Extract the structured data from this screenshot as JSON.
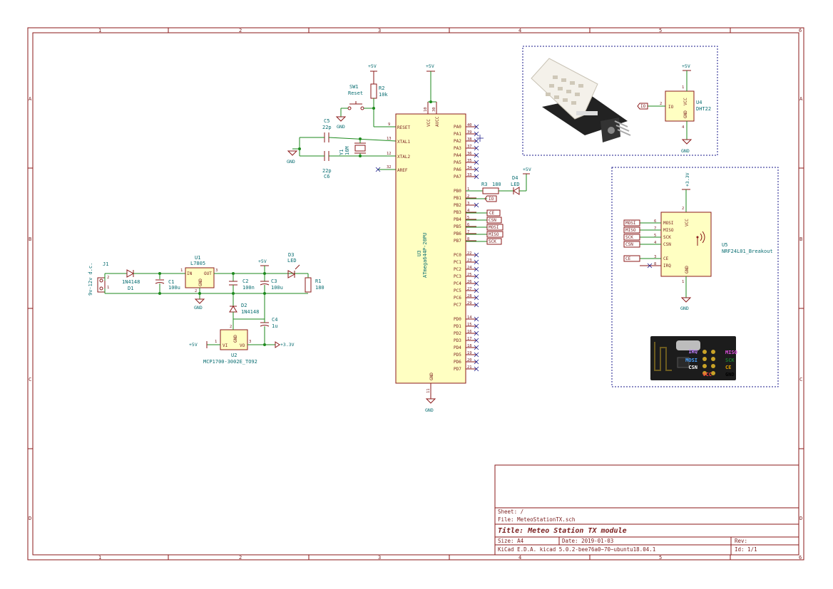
{
  "frame": {
    "columns": [
      "1",
      "2",
      "3",
      "4",
      "5",
      "6"
    ],
    "rows": [
      "A",
      "B",
      "C",
      "D"
    ]
  },
  "power": {
    "vcc5": "+5V",
    "v33": "+3.3V",
    "gnd": "GND"
  },
  "switch": {
    "ref": "SW1",
    "value": "Reset"
  },
  "r2": {
    "ref": "R2",
    "value": "10k"
  },
  "c5": {
    "ref": "C5",
    "value": "22p"
  },
  "c6": {
    "ref": "C6",
    "value": "22p"
  },
  "y1": {
    "ref": "Y1",
    "value": "16M"
  },
  "mcu": {
    "ref": "U3",
    "value": "ATmega644P-20PU",
    "left_pins": [
      {
        "num": "9",
        "name": "RESET"
      },
      {
        "num": "13",
        "name": "XTAL1"
      },
      {
        "num": "12",
        "name": "XTAL2"
      },
      {
        "num": "32",
        "name": "AREF"
      }
    ],
    "top_pins": [
      {
        "num": "10",
        "name": "VCC"
      },
      {
        "num": "30",
        "name": "AVCC"
      }
    ],
    "bottom_pin": {
      "num": "11",
      "name": "GND"
    },
    "porta": [
      {
        "name": "PA0",
        "num": "40"
      },
      {
        "name": "PA1",
        "num": "39"
      },
      {
        "name": "PA2",
        "num": "38"
      },
      {
        "name": "PA3",
        "num": "37"
      },
      {
        "name": "PA4",
        "num": "36"
      },
      {
        "name": "PA5",
        "num": "35"
      },
      {
        "name": "PA6",
        "num": "34"
      },
      {
        "name": "PA7",
        "num": "33"
      }
    ],
    "portb": [
      {
        "name": "PB0",
        "num": "1"
      },
      {
        "name": "PB1",
        "num": "2"
      },
      {
        "name": "PB2",
        "num": "3"
      },
      {
        "name": "PB3",
        "num": "4"
      },
      {
        "name": "PB4",
        "num": "5"
      },
      {
        "name": "PB5",
        "num": "6"
      },
      {
        "name": "PB6",
        "num": "7"
      },
      {
        "name": "PB7",
        "num": "8"
      }
    ],
    "portc": [
      {
        "name": "PC0",
        "num": "22"
      },
      {
        "name": "PC1",
        "num": "23"
      },
      {
        "name": "PC2",
        "num": "24"
      },
      {
        "name": "PC3",
        "num": "25"
      },
      {
        "name": "PC4",
        "num": "26"
      },
      {
        "name": "PC5",
        "num": "27"
      },
      {
        "name": "PC6",
        "num": "28"
      },
      {
        "name": "PC7",
        "num": "29"
      }
    ],
    "portd": [
      {
        "name": "PD0",
        "num": "14"
      },
      {
        "name": "PD1",
        "num": "15"
      },
      {
        "name": "PD2",
        "num": "16"
      },
      {
        "name": "PD3",
        "num": "17"
      },
      {
        "name": "PD4",
        "num": "18"
      },
      {
        "name": "PD5",
        "num": "19"
      },
      {
        "name": "PD6",
        "num": "20"
      },
      {
        "name": "PD7",
        "num": "21"
      }
    ]
  },
  "netlabels": {
    "io": "IO",
    "ce": "CE",
    "csn": "CSN",
    "mosi": "MOSI",
    "miso": "MISO",
    "sck": "SCK"
  },
  "r3": {
    "ref": "R3",
    "value": "180"
  },
  "d4": {
    "ref": "D4",
    "value": "LED"
  },
  "j1": {
    "ref": "J1",
    "value": "9v-12v d.c.",
    "pin2": "2",
    "pin1": "1"
  },
  "d1": {
    "ref": "D1",
    "value": "1N4148"
  },
  "c1": {
    "ref": "C1",
    "value": "100u"
  },
  "u1": {
    "ref": "U1",
    "value": "L7805",
    "in": "IN",
    "out": "OUT",
    "gnd": "GND",
    "p1": "1",
    "p2": "2",
    "p3": "3"
  },
  "c2": {
    "ref": "C2",
    "value": "100n"
  },
  "c3": {
    "ref": "C3",
    "value": "100u"
  },
  "d3": {
    "ref": "D3",
    "value": "LED"
  },
  "r1": {
    "ref": "R1",
    "value": "180"
  },
  "d2": {
    "ref": "D2",
    "value": "1N4148"
  },
  "c4": {
    "ref": "C4",
    "value": "1u"
  },
  "u2": {
    "ref": "U2",
    "value": "MCP1700-3002E_TO92",
    "vi": "VI",
    "vo": "VO",
    "gnd": "GND",
    "p1": "1",
    "p2": "2",
    "p3": "3"
  },
  "u4": {
    "ref": "U4",
    "value": "DHT22",
    "io": "IO",
    "gnd": "GND",
    "vcc": "VCC",
    "p1": "1",
    "p2": "2",
    "p4": "4"
  },
  "u5": {
    "ref": "U5",
    "value": "NRF24L01_Breakout",
    "pins": [
      {
        "num": "6",
        "name": "MOSI"
      },
      {
        "num": "7",
        "name": "MISO"
      },
      {
        "num": "5",
        "name": "SCK"
      },
      {
        "num": "4",
        "name": "CSN"
      },
      {
        "num": "3",
        "name": "CE"
      },
      {
        "num": "8",
        "name": "IRQ"
      }
    ],
    "vcc": "VCC",
    "gnd": "GND",
    "p2": "2",
    "p1": "1"
  },
  "nrf_photo_labels": {
    "gnd_side": [
      "IRQ",
      "MOSI",
      "CSN",
      "VCC"
    ],
    "right_side": [
      "MISO",
      "SCK",
      "CE",
      "GND"
    ]
  },
  "title_block": {
    "sheet": "Sheet: /",
    "file": "File: MeteoStationTX.sch",
    "title": "Title: Meteo Station TX module",
    "size": "Size: A4",
    "date": "Date: 2019-01-03",
    "rev": "Rev:",
    "tool": "KiCad E.D.A.  kicad 5.0.2-bee76a0~70~ubuntu18.04.1",
    "id": "Id: 1/1"
  }
}
